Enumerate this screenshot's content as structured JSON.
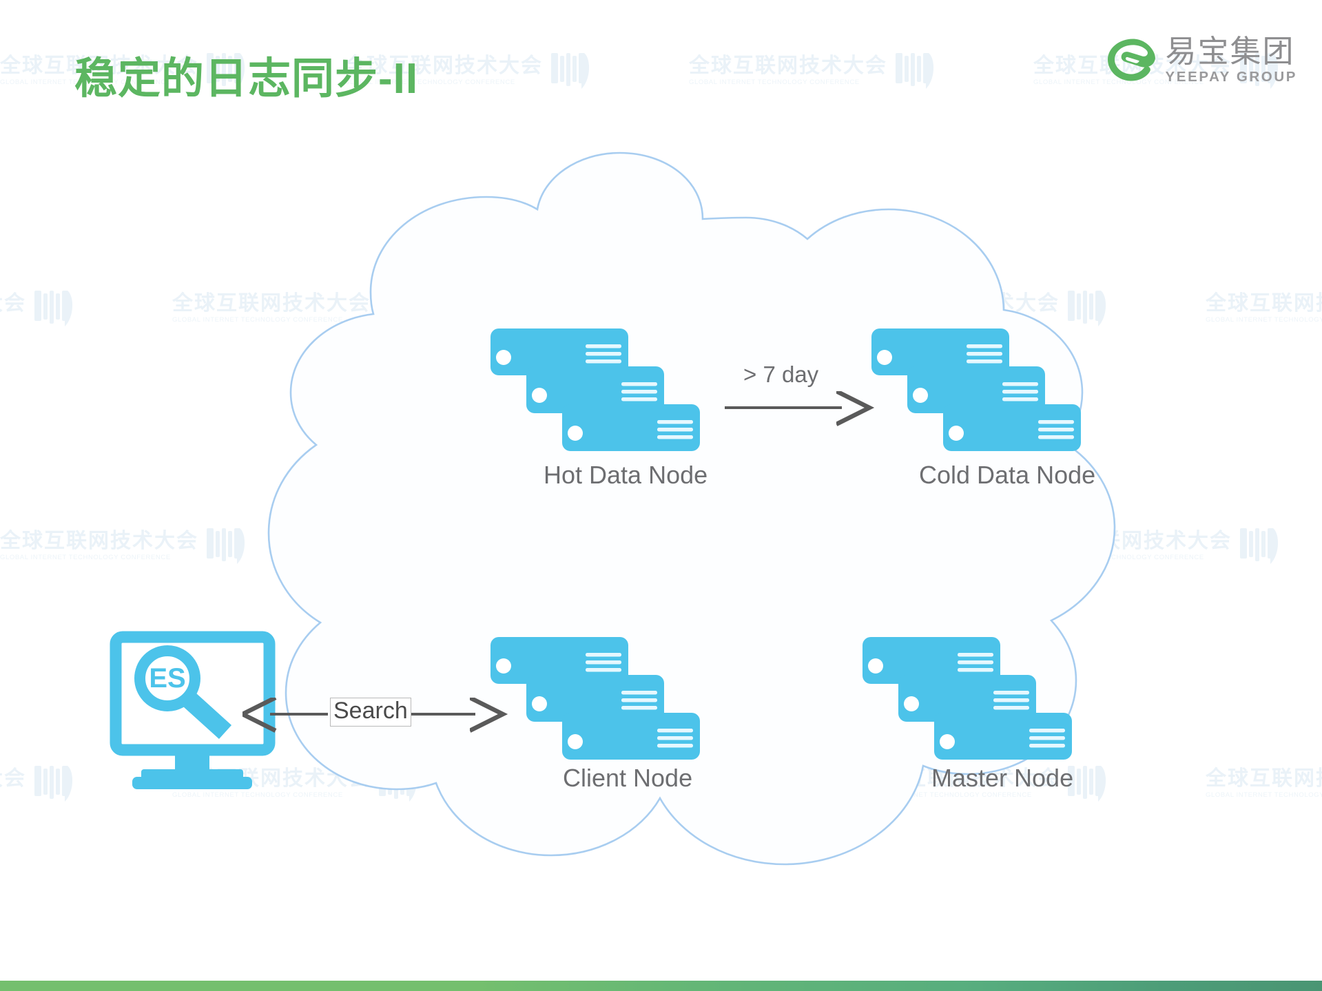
{
  "slide": {
    "title": "稳定的日志同步-II",
    "title_color": "#5cb661",
    "background_color": "#ffffff"
  },
  "brand": {
    "logo_icon": "yeepay-e-swirl-icon",
    "name_cn": "易宝集团",
    "name_en": "YEEPAY GROUP",
    "accent_color": "#5cb661",
    "text_color": "#8e8e90"
  },
  "watermark": {
    "text_cn": "全球互联网技术大会",
    "text_en": "GLOBAL INTERNET TECHNOLOGY CONFERENCE",
    "logo_icon": "gitc-shield-icon",
    "color": "#eaf2f8"
  },
  "diagram": {
    "cloud": {
      "label": "elasticsearch-cluster-cloud",
      "stroke_color": "#a8cdf0",
      "fill_color": "#fdfeff"
    },
    "client_terminal": {
      "icon": "monitor-search-icon",
      "badge_text": "ES",
      "color": "#4cc3ea"
    },
    "connections": [
      {
        "id": "search-link",
        "label": "Search",
        "style": "double-headed-arrow",
        "color": "#5a5a5a"
      },
      {
        "id": "hot-to-cold-link",
        "label": "> 7 day",
        "style": "single-arrow",
        "color": "#5a5a5a"
      }
    ],
    "nodes": [
      {
        "id": "hot-data-node",
        "label": "Hot Data Node",
        "icon": "server-stack-icon",
        "color": "#4cc3ea"
      },
      {
        "id": "cold-data-node",
        "label": "Cold Data Node",
        "icon": "server-stack-icon",
        "color": "#4cc3ea"
      },
      {
        "id": "client-node",
        "label": "Client Node",
        "icon": "server-stack-icon",
        "color": "#4cc3ea"
      },
      {
        "id": "master-node",
        "label": "Master Node",
        "icon": "server-stack-icon",
        "color": "#4cc3ea"
      }
    ]
  },
  "footer": {
    "bar_color_left": "#74bf6e",
    "bar_color_right": "#4a9573"
  }
}
